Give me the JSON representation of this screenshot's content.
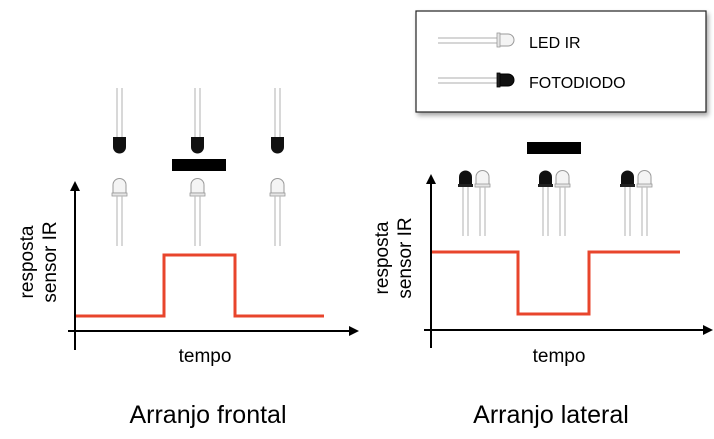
{
  "legend": {
    "led_label": "LED IR",
    "photodiode_label": "FOTODIODO"
  },
  "colors": {
    "signal": "#e8452c",
    "axis": "#000000",
    "led_body": "#f2f2f2",
    "photodiode_body": "#111111",
    "legend_border": "#222222"
  },
  "frontal": {
    "ylabel_line1": "resposta",
    "ylabel_line2": "sensor IR",
    "xlabel": "tempo",
    "caption": "Arranjo frontal"
  },
  "lateral": {
    "ylabel_line1": "resposta",
    "ylabel_line2": "sensor IR",
    "xlabel": "tempo",
    "caption": "Arranjo lateral"
  }
}
